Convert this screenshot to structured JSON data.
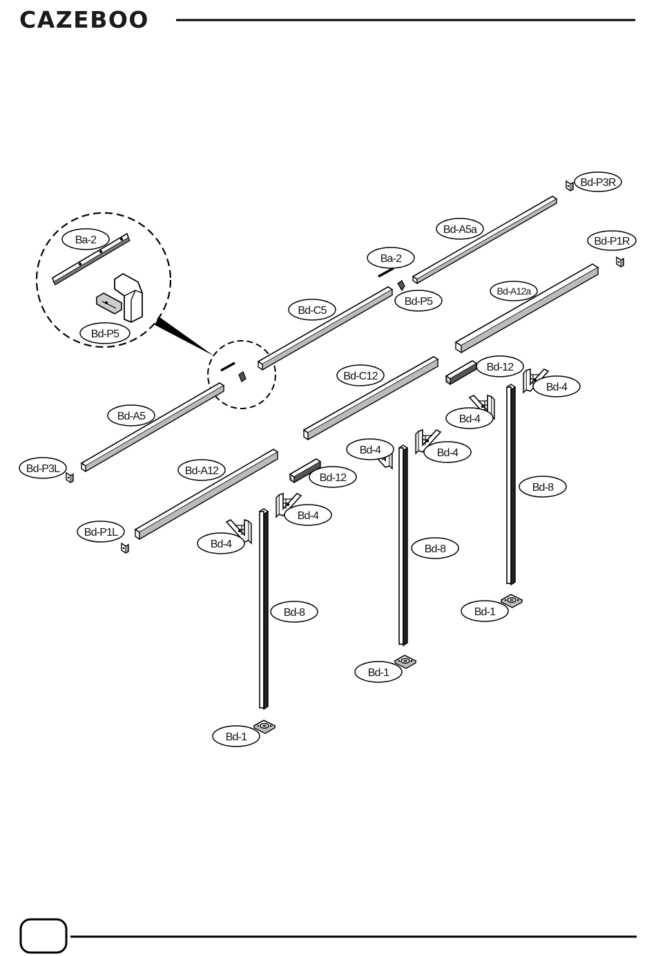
{
  "brand": {
    "logo_text": "CAZEBOO"
  },
  "footer": {
    "page_number": ""
  },
  "labels": {
    "bd_p3r": "Bd-P3R",
    "bd_a5a": "Bd-A5a",
    "bd_p1r": "Bd-P1R",
    "ba_2_detail": "Ba-2",
    "ba_2_main": "Ba-2",
    "bd_p5_main": "Bd-P5",
    "bd_p5_detail": "Bd-P5",
    "bd_a12a": "Bd-A12a",
    "bd_c5": "Bd-C5",
    "bd_12_right": "Bd-12",
    "bd_4_far_right": "Bd-4",
    "bd_c12": "Bd-C12",
    "bd_4_right_mid": "Bd-4",
    "bd_a5": "Bd-A5",
    "bd_4_mid_left": "Bd-4",
    "bd_4_mid_right": "Bd-4",
    "bd_p3l": "Bd-P3L",
    "bd_a12": "Bd-A12",
    "bd_12_left": "Bd-12",
    "bd_8_right": "Bd-8",
    "bd_4_front_right": "Bd-4",
    "bd_p1l": "Bd-P1L",
    "bd_4_front_left": "Bd-4",
    "bd_8_middle": "Bd-8",
    "bd_8_front": "Bd-8",
    "bd_1_right": "Bd-1",
    "bd_1_middle": "Bd-1",
    "bd_1_front": "Bd-1"
  }
}
